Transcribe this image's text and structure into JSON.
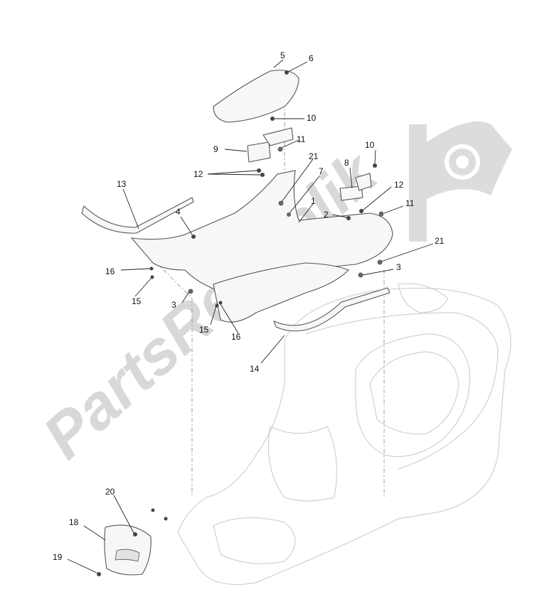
{
  "watermark": {
    "text": "PartsRepublik",
    "icon": "gear-flag-icon",
    "color": "#d6d6d6"
  },
  "callouts": [
    {
      "id": "c5",
      "text": "5"
    },
    {
      "id": "c6",
      "text": "6"
    },
    {
      "id": "c10a",
      "text": "10"
    },
    {
      "id": "c11a",
      "text": "11"
    },
    {
      "id": "c9",
      "text": "9"
    },
    {
      "id": "c21a",
      "text": "21"
    },
    {
      "id": "c12a",
      "text": "12"
    },
    {
      "id": "c7",
      "text": "7"
    },
    {
      "id": "c10b",
      "text": "10"
    },
    {
      "id": "c8",
      "text": "8"
    },
    {
      "id": "c12b",
      "text": "12"
    },
    {
      "id": "c13",
      "text": "13"
    },
    {
      "id": "c1",
      "text": "1"
    },
    {
      "id": "c4",
      "text": "4"
    },
    {
      "id": "c2",
      "text": "2"
    },
    {
      "id": "c11b",
      "text": "11"
    },
    {
      "id": "c21b",
      "text": "21"
    },
    {
      "id": "c16a",
      "text": "16"
    },
    {
      "id": "c3a",
      "text": "3"
    },
    {
      "id": "c15a",
      "text": "15"
    },
    {
      "id": "c3b",
      "text": "3"
    },
    {
      "id": "c15b",
      "text": "15"
    },
    {
      "id": "c16b",
      "text": "16"
    },
    {
      "id": "c14",
      "text": "14"
    },
    {
      "id": "c20",
      "text": "20"
    },
    {
      "id": "c18",
      "text": "18"
    },
    {
      "id": "c19",
      "text": "19"
    }
  ]
}
